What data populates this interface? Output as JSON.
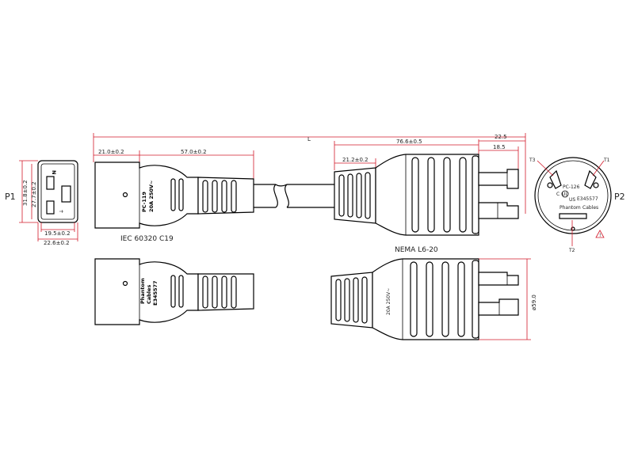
{
  "labels": {
    "p1": "P1",
    "p2": "P2",
    "iec": "IEC 60320 C19",
    "nema": "NEMA L6-20",
    "L": "L"
  },
  "dimensions": {
    "d21": "21.0±0.2",
    "d57": "57.0±0.2",
    "d212": "21.2±0.2",
    "d766": "76.6±0.5",
    "d225": "22.5",
    "d185": "18.5",
    "d195": "19.5±0.2",
    "d226": "22.6±0.2",
    "d318": "31.8±0.2",
    "d277": "27.7±0.2",
    "d590": "ø59.0"
  },
  "c19_face": {
    "n": "N"
  },
  "c19_body_top": {
    "line1": "PC-119",
    "line2": "20A  250V~"
  },
  "c19_body_bottom": {
    "line1": "Phantom",
    "line2": "Cables",
    "line3": "E345577"
  },
  "plug_bottom_text": "20A 250V~",
  "plug_face": {
    "model": "PC-126",
    "cert": "E345577",
    "brand_line1": "Phantom",
    "brand_line2": "Cables",
    "us": "US",
    "c": "C",
    "ul": "UL",
    "t1": "T1",
    "t2": "T2",
    "t3": "T3"
  },
  "colors": {
    "dimension": "#d21a2a",
    "outline": "#000000"
  }
}
